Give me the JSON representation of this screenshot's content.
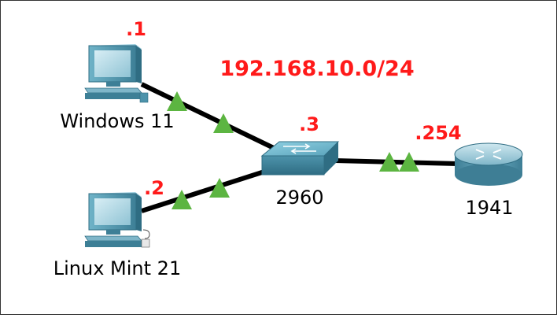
{
  "network": {
    "subnet": "192.168.10.0/24"
  },
  "devices": {
    "windows_pc": {
      "label": "Windows 11",
      "ip_suffix": ".1"
    },
    "linux_pc": {
      "label": "Linux Mint 21",
      "ip_suffix": ".2"
    },
    "switch": {
      "label": "2960",
      "ip_suffix": ".3"
    },
    "router": {
      "label": "1941",
      "ip_suffix": ".254"
    }
  },
  "colors": {
    "link": "#000000",
    "link_status_up": "#5cb541",
    "ip_text": "#ff1a1a",
    "device_body": "#5aa0b8",
    "frame_border": "#333333"
  },
  "icons": {
    "windows_pc": "pc-icon",
    "linux_pc": "pc-icon",
    "switch": "switch-icon",
    "router": "router-icon",
    "link_status": "link-up-triangle-icon"
  }
}
